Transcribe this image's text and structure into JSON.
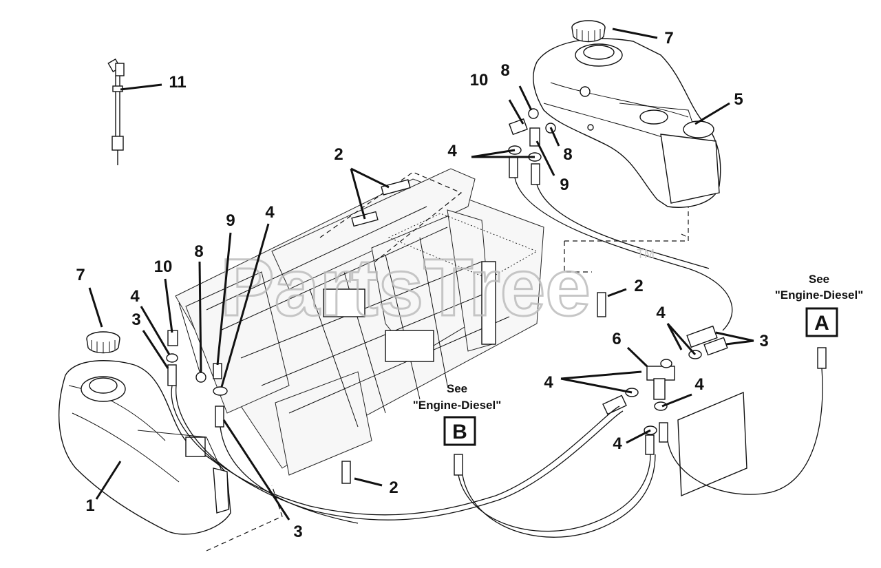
{
  "watermark": {
    "text": "PartsTree",
    "trademark": "TM"
  },
  "callouts": {
    "c1": "1",
    "c2a": "2",
    "c2b": "2",
    "c2c": "2",
    "c3a": "3",
    "c3b": "3",
    "c3c": "3",
    "c4a": "4",
    "c4b": "4",
    "c4c": "4",
    "c4d": "4",
    "c4e": "4",
    "c4f": "4",
    "c5": "5",
    "c6": "6",
    "c7a": "7",
    "c7b": "7",
    "c8a": "8",
    "c8b": "8",
    "c8c": "8",
    "c9a": "9",
    "c9b": "9",
    "c10a": "10",
    "c10b": "10",
    "c11": "11"
  },
  "references": {
    "a": {
      "see": "See",
      "target": "\"Engine-Diesel\"",
      "letter": "A"
    },
    "b": {
      "see": "See",
      "target": "\"Engine-Diesel\"",
      "letter": "B"
    }
  },
  "icons": {
    "fuel_tank_left": "fuel-tank-icon",
    "fuel_tank_right": "fuel-tank-icon",
    "fuel_cap": "fuel-cap-icon",
    "fuel_gauge": "fuel-gauge-icon",
    "frame": "chassis-frame-icon",
    "tee_fitting": "tee-fitting-icon"
  }
}
